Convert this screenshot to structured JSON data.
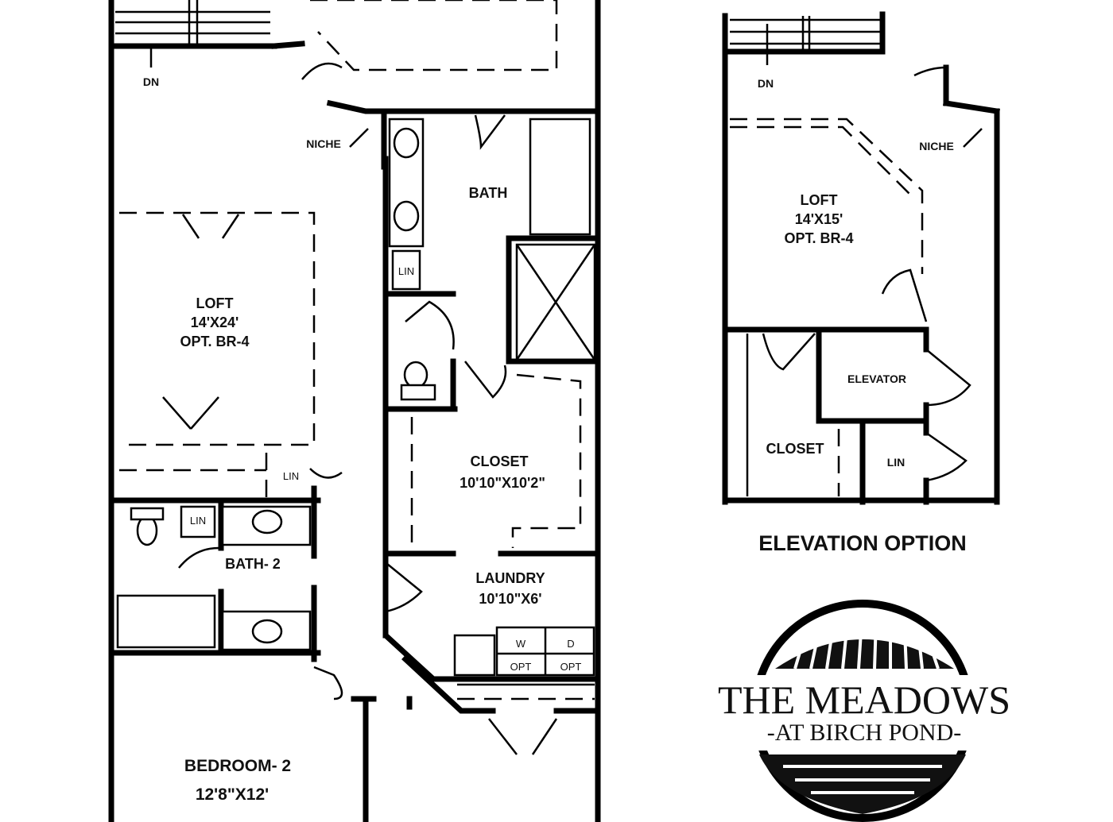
{
  "rooms": {
    "dn_main": "DN",
    "niche_main": "NICHE",
    "bath": "BATH",
    "lin_bath": "LIN",
    "loft_name": "LOFT",
    "loft_size": "14'X24'",
    "loft_opt": "OPT. BR-4",
    "lin_loft": "LIN",
    "lin_bath2": "LIN",
    "bath2": "BATH- 2",
    "closet_name": "CLOSET",
    "closet_size": "10'10\"X10'2\"",
    "laundry_name": "LAUNDRY",
    "laundry_size": "10'10\"X6'",
    "washer": "W",
    "dryer": "D",
    "washer_opt": "OPT",
    "dryer_opt": "OPT",
    "bedroom2_name": "BEDROOM- 2",
    "bedroom2_size": "12'8\"X12'"
  },
  "elevation": {
    "dn": "DN",
    "niche": "NICHE",
    "loft_name": "LOFT",
    "loft_size": "14'X15'",
    "loft_opt": "OPT. BR-4",
    "elevator": "ELEVATOR",
    "closet": "CLOSET",
    "lin": "LIN",
    "caption": "ELEVATION OPTION"
  },
  "logo": {
    "line1": "THE MEADOWS",
    "line2": "-AT BIRCH POND-"
  }
}
